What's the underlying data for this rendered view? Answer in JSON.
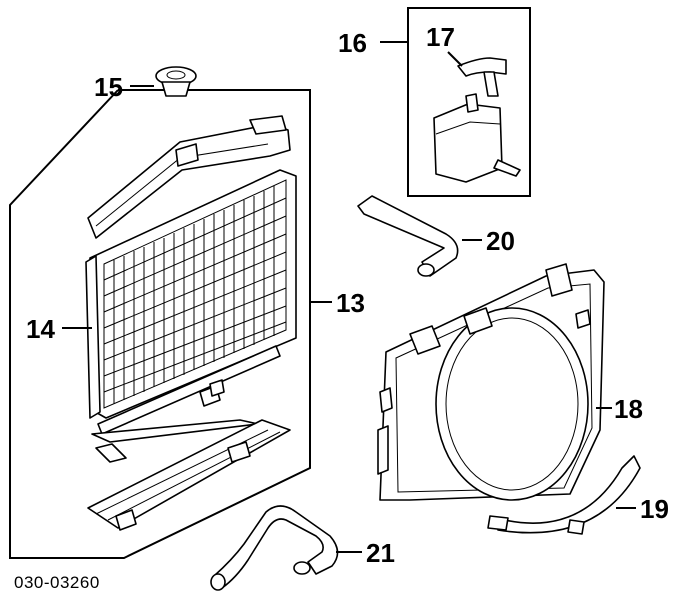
{
  "diagram_code": "030-03260",
  "callouts": {
    "c13": "13",
    "c14": "14",
    "c15": "15",
    "c16": "16",
    "c17": "17",
    "c18": "18",
    "c19": "19",
    "c20": "20",
    "c21": "21"
  }
}
